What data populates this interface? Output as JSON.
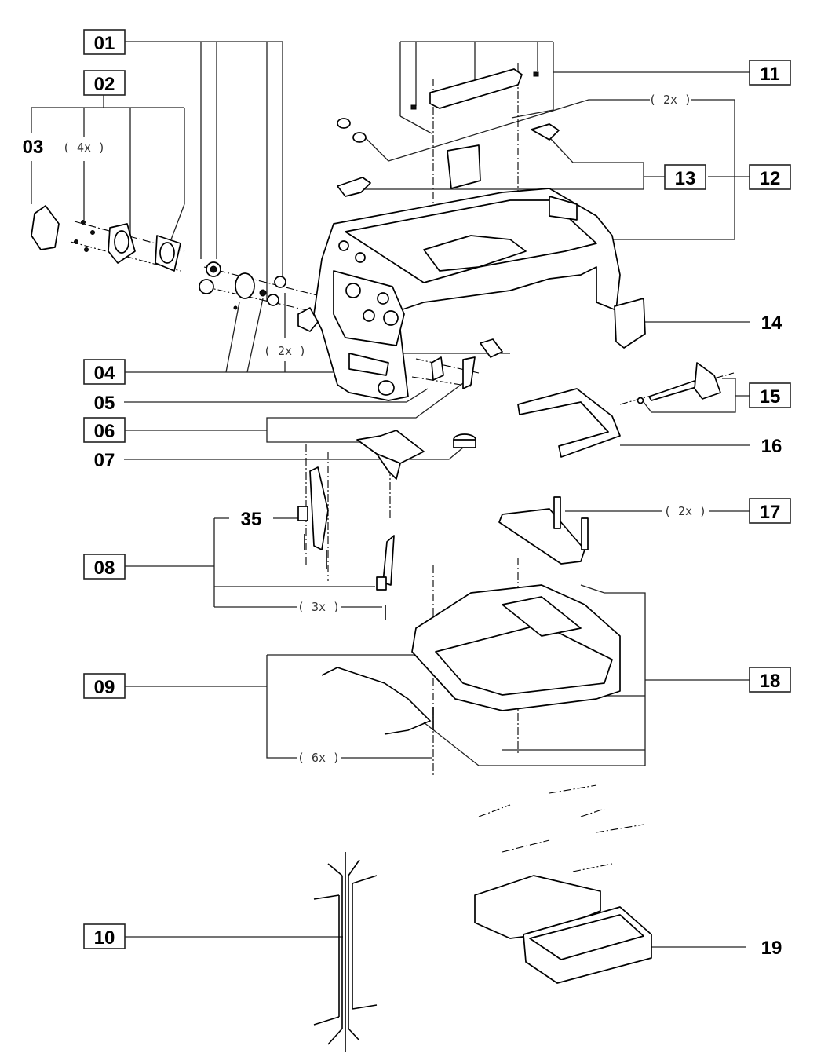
{
  "diagram": {
    "type": "exploded-parts-view",
    "callouts": [
      {
        "id": "01",
        "text": "01",
        "boxed": true
      },
      {
        "id": "02",
        "text": "02",
        "boxed": true
      },
      {
        "id": "03",
        "text": "03",
        "boxed": false
      },
      {
        "id": "04",
        "text": "04",
        "boxed": true
      },
      {
        "id": "05",
        "text": "05",
        "boxed": false
      },
      {
        "id": "06",
        "text": "06",
        "boxed": true
      },
      {
        "id": "07",
        "text": "07",
        "boxed": false
      },
      {
        "id": "08",
        "text": "08",
        "boxed": true
      },
      {
        "id": "09",
        "text": "09",
        "boxed": true
      },
      {
        "id": "10",
        "text": "10",
        "boxed": true
      },
      {
        "id": "11",
        "text": "11",
        "boxed": true
      },
      {
        "id": "12",
        "text": "12",
        "boxed": true
      },
      {
        "id": "13",
        "text": "13",
        "boxed": true
      },
      {
        "id": "14",
        "text": "14",
        "boxed": false
      },
      {
        "id": "15",
        "text": "15",
        "boxed": true
      },
      {
        "id": "16",
        "text": "16",
        "boxed": false
      },
      {
        "id": "17",
        "text": "17",
        "boxed": true
      },
      {
        "id": "18",
        "text": "18",
        "boxed": true
      },
      {
        "id": "19",
        "text": "19",
        "boxed": false
      },
      {
        "id": "35",
        "text": "35",
        "boxed": false
      }
    ],
    "quantities": {
      "q02": "( 4x )",
      "q04": "( 2x )",
      "q12": "( 2x )",
      "q17": "( 2x )",
      "q08": "( 3x )",
      "q09": "( 6x )"
    }
  }
}
